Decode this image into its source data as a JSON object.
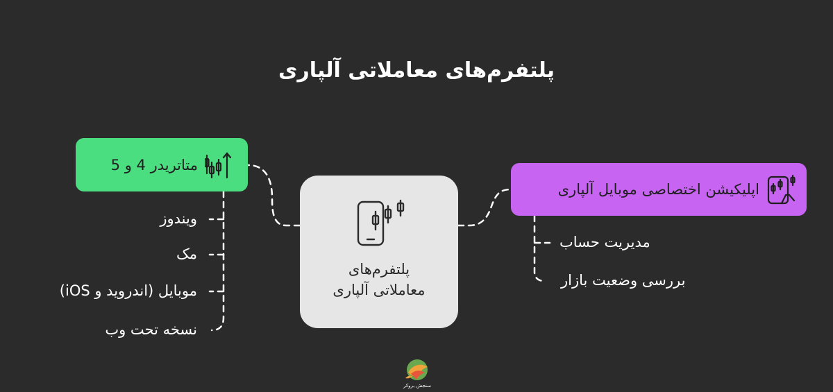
{
  "title": "پلتفرم‌های معاملاتی آلپاری",
  "center": {
    "line1": "پلتفرم‌های",
    "line2": "معاملاتی آلپاری",
    "icon": "mobile-candlestick-icon"
  },
  "left_node": {
    "label": "متاتریدر 4 و 5",
    "icon": "candlestick-up-arrow-icon",
    "color": "#4ade80",
    "children": [
      "ویندوز",
      "مک",
      "موبایل (اندروید و iOS)",
      "نسخه تحت وب"
    ]
  },
  "right_node": {
    "label": "اپلیکیشن اختصاصی موبایل آلپاری",
    "icon": "mobile-chart-icon",
    "color": "#c764f2",
    "children": [
      "مدیریت حساب",
      "بررسی وضعیت بازار"
    ]
  },
  "logo": {
    "icon": "bird-logo-icon",
    "text": "سنجش بروکر"
  }
}
